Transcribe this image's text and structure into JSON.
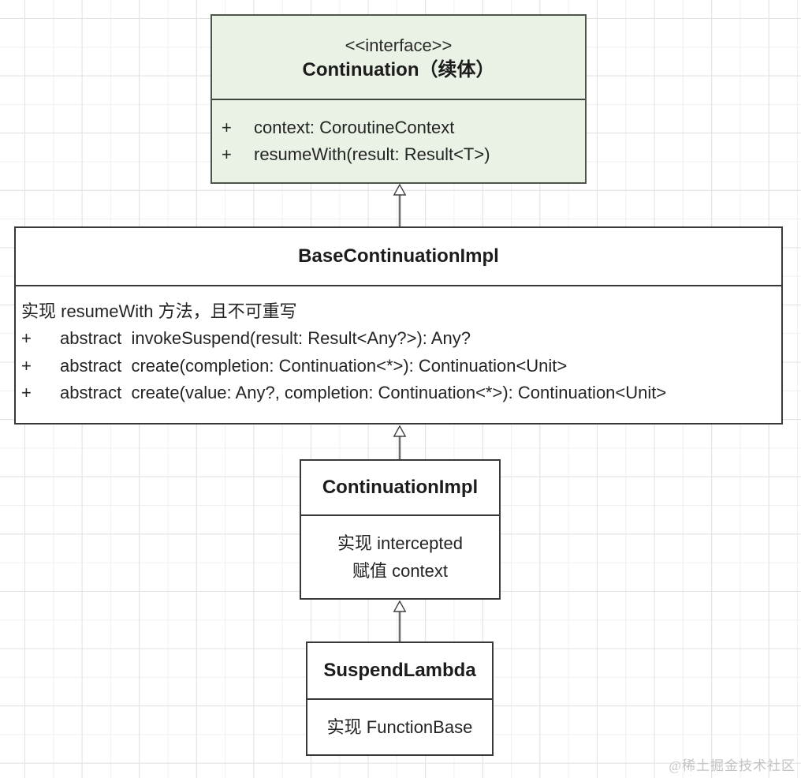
{
  "page": {
    "watermark": "@稀土掘金技术社区"
  },
  "colors": {
    "interface_fill": "#e9f2e5",
    "interface_border": "#4c564b",
    "class_fill": "#ffffff",
    "class_border": "#383838",
    "arrow_line": "#6e6e6e",
    "arrow_outline": "#414141",
    "grid_line_major": "#e2e2e2",
    "grid_line_minor": "#f0f0f0",
    "watermark_text": "#c3c3c3"
  },
  "diagram": {
    "classes": [
      {
        "stereotype": "<<interface>>",
        "name": "Continuation（续体）",
        "members": [
          {
            "visibility": "+",
            "text": "context: CoroutineContext"
          },
          {
            "visibility": "+",
            "text": "resumeWith(result: Result<T>)"
          }
        ]
      },
      {
        "name": "BaseContinuationImpl",
        "note": "实现 resumeWith 方法，且不可重写",
        "members": [
          {
            "visibility": "+",
            "text": "abstract  invokeSuspend(result: Result<Any?>): Any?"
          },
          {
            "visibility": "+",
            "text": "abstract  create(completion: Continuation<*>): Continuation<Unit>"
          },
          {
            "visibility": "+",
            "text": "abstract  create(value: Any?, completion: Continuation<*>): Continuation<Unit>"
          }
        ]
      },
      {
        "name": "ContinuationImpl",
        "lines": [
          "实现 intercepted",
          "赋值 context"
        ]
      },
      {
        "name": "SuspendLambda",
        "lines": [
          "实现 FunctionBase"
        ]
      }
    ],
    "relations": [
      {
        "type": "inheritance",
        "from": "BaseContinuationImpl",
        "to": "Continuation"
      },
      {
        "type": "inheritance",
        "from": "ContinuationImpl",
        "to": "BaseContinuationImpl"
      },
      {
        "type": "inheritance",
        "from": "SuspendLambda",
        "to": "ContinuationImpl"
      }
    ]
  }
}
